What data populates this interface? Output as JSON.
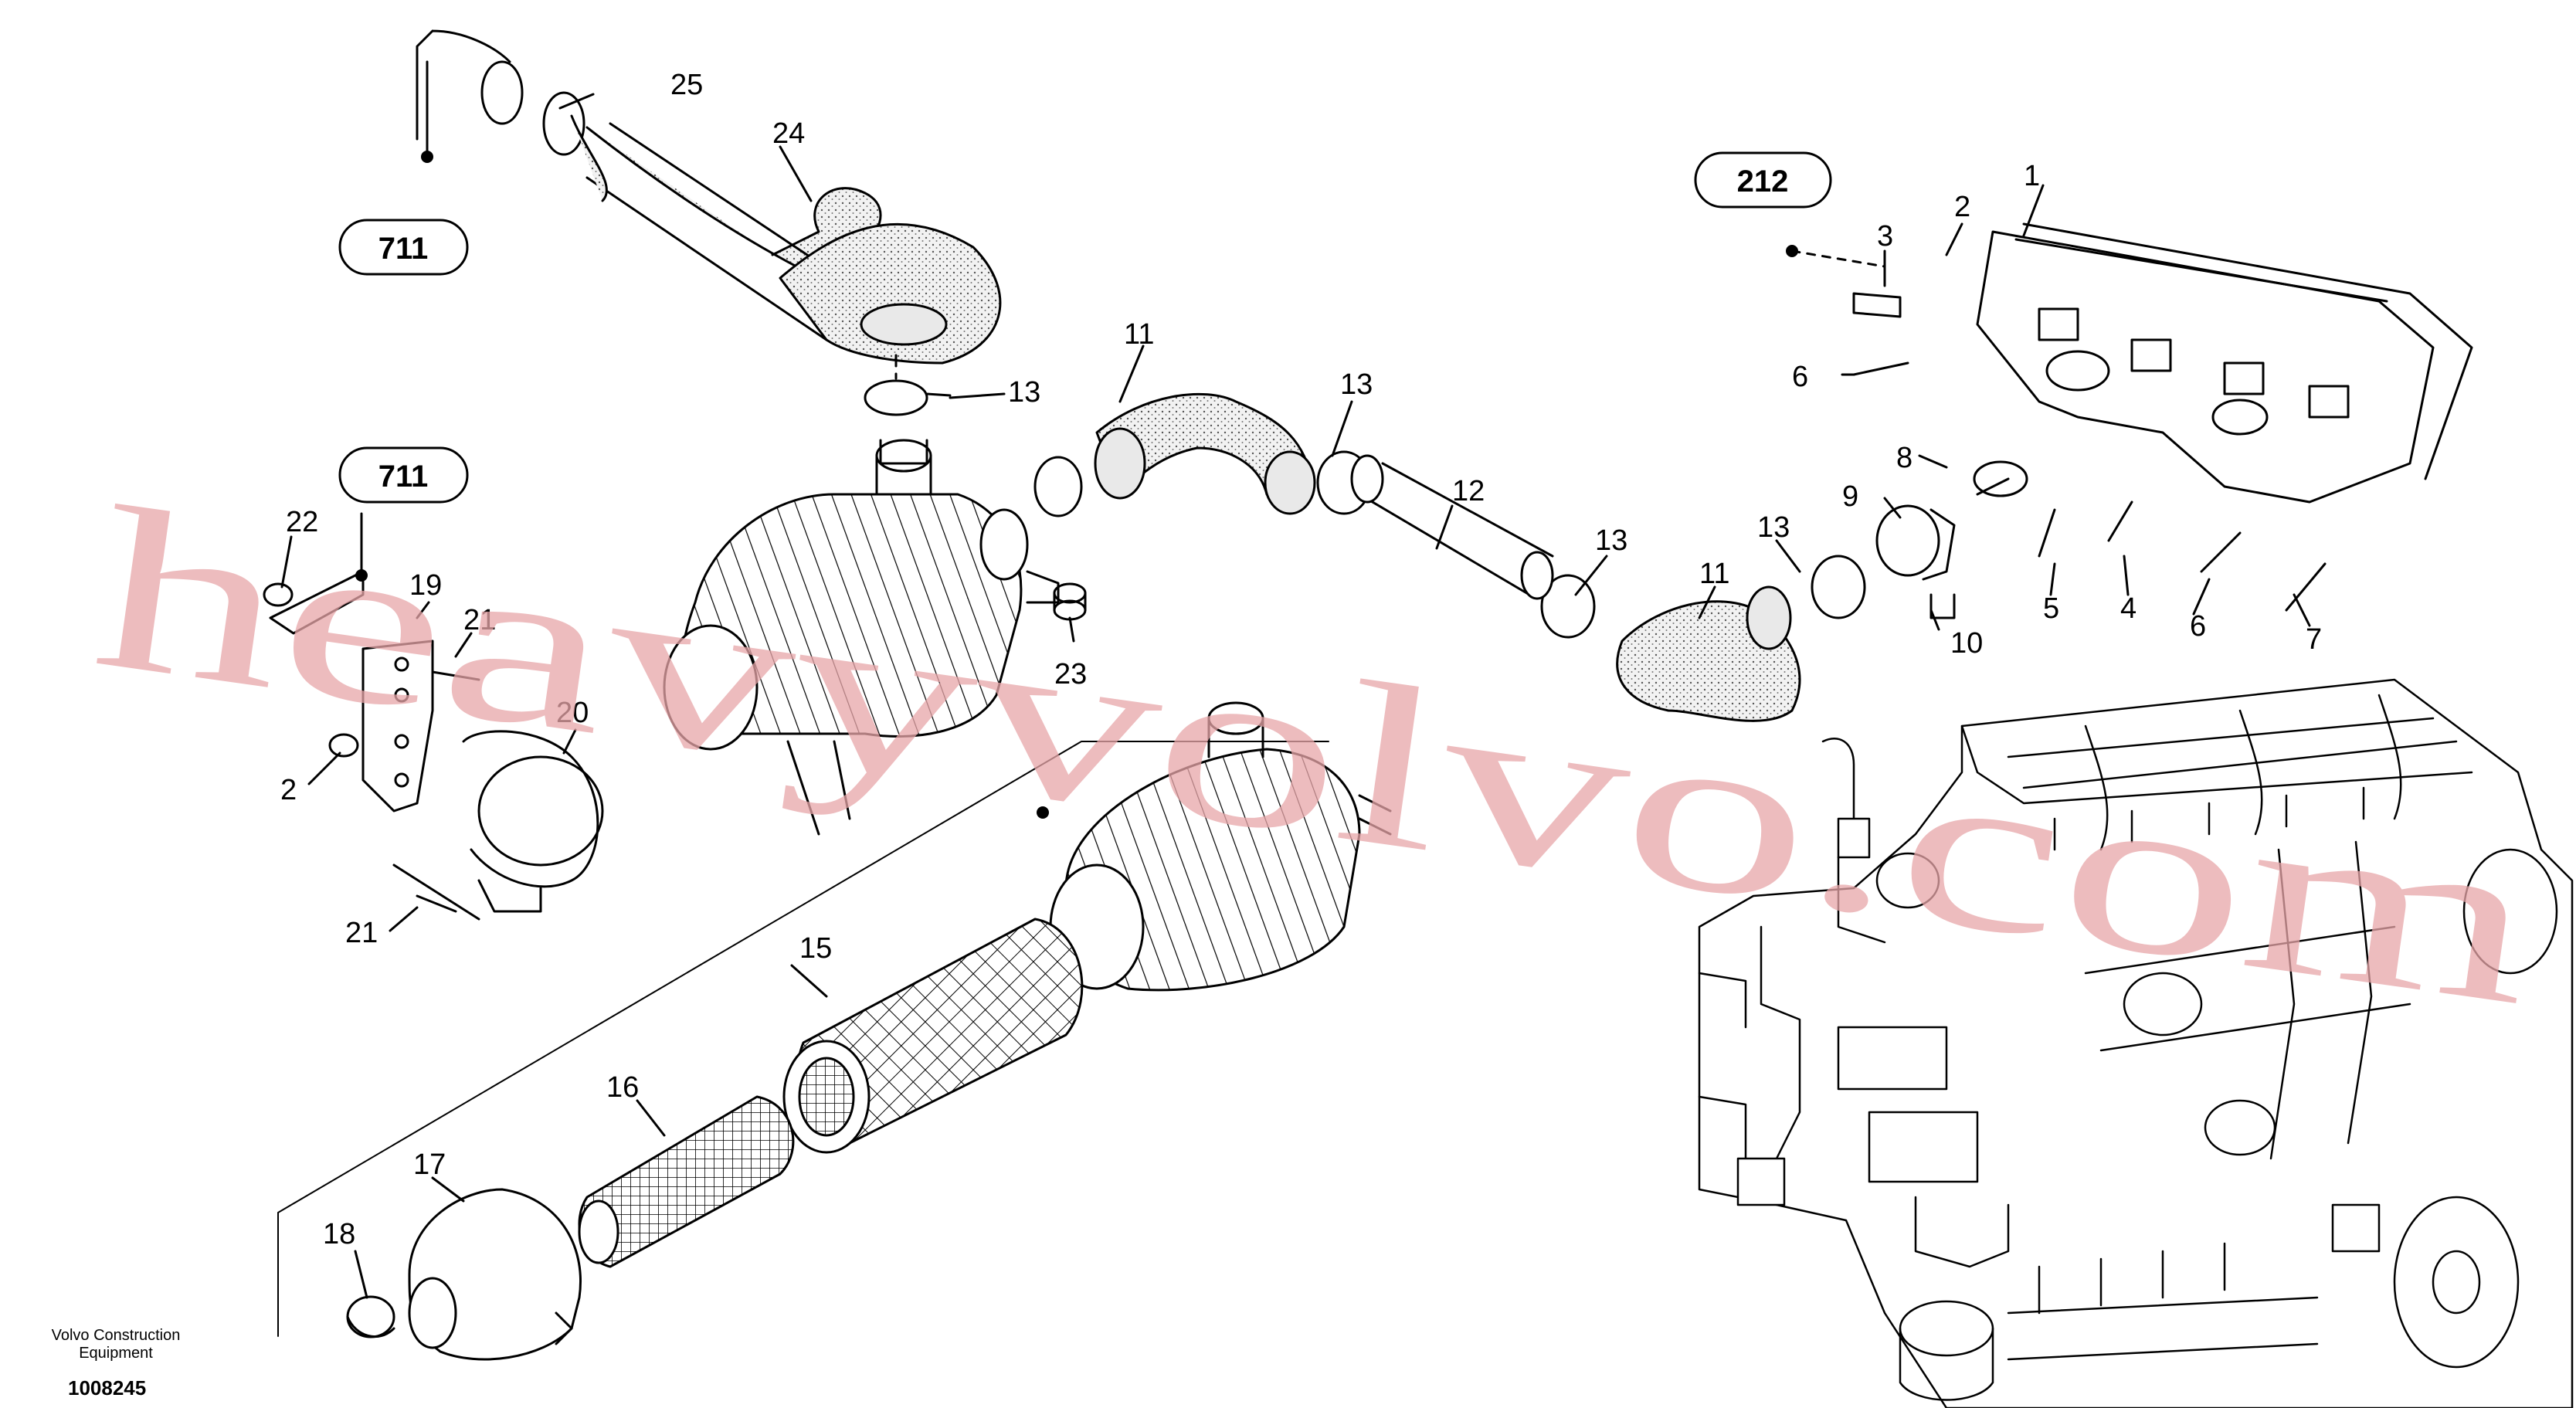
{
  "callouts": [
    {
      "id": "c1",
      "text": "1"
    },
    {
      "id": "c2",
      "text": "2"
    },
    {
      "id": "c3",
      "text": "3"
    },
    {
      "id": "c4",
      "text": "4"
    },
    {
      "id": "c5",
      "text": "5"
    },
    {
      "id": "c6a",
      "text": "6"
    },
    {
      "id": "c6b",
      "text": "6"
    },
    {
      "id": "c7",
      "text": "7"
    },
    {
      "id": "c8",
      "text": "8"
    },
    {
      "id": "c9",
      "text": "9"
    },
    {
      "id": "c10",
      "text": "10"
    },
    {
      "id": "c11a",
      "text": "11"
    },
    {
      "id": "c11b",
      "text": "11"
    },
    {
      "id": "c12",
      "text": "12"
    },
    {
      "id": "c13a",
      "text": "13"
    },
    {
      "id": "c13b",
      "text": "13"
    },
    {
      "id": "c13c",
      "text": "13"
    },
    {
      "id": "c13d",
      "text": "13"
    },
    {
      "id": "c15",
      "text": "15"
    },
    {
      "id": "c16",
      "text": "16"
    },
    {
      "id": "c17",
      "text": "17"
    },
    {
      "id": "c18",
      "text": "18"
    },
    {
      "id": "c19",
      "text": "19"
    },
    {
      "id": "c20",
      "text": "20"
    },
    {
      "id": "c21a",
      "text": "21"
    },
    {
      "id": "c21b",
      "text": "21"
    },
    {
      "id": "c22a",
      "text": "22"
    },
    {
      "id": "c22b",
      "text": "2"
    },
    {
      "id": "c23",
      "text": "23"
    },
    {
      "id": "c24",
      "text": "24"
    },
    {
      "id": "c25",
      "text": "25"
    }
  ],
  "references": {
    "ref_711_top": "711",
    "ref_711_mid": "711",
    "ref_212": "212"
  },
  "footer": {
    "brand_line1": "Volvo Construction",
    "brand_line2": "Equipment",
    "doc_number": "1008245"
  },
  "watermark": "heavyvolvo.com",
  "colors": {
    "line": "#000000",
    "watermark": "#e8a6a9",
    "hose_fill": "#e9e9e9"
  }
}
